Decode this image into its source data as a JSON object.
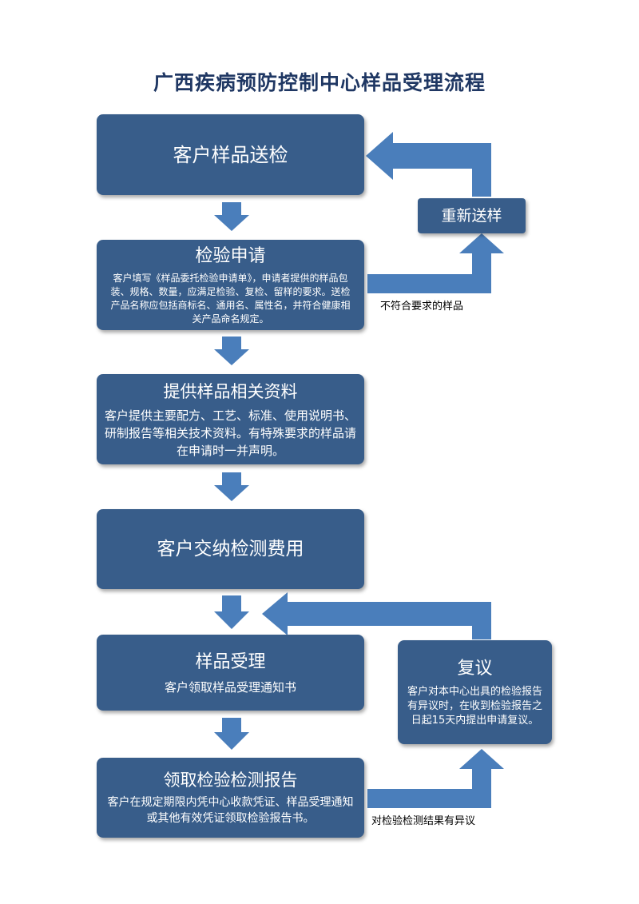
{
  "title": "广西疾病预防控制中心样品受理流程",
  "colors": {
    "box": "#385d8a",
    "arrow": "#4a7ebb",
    "title": "#1f3763"
  },
  "steps": [
    {
      "title": "客户样品送检",
      "body": ""
    },
    {
      "title": "检验申请",
      "body": "客户填写《样品委托检验申请单》，申请者提供的样品包装、规格、数量，应满足检验、复检、留样的要求。送检产品名称应包括商标名、通用名、属性名，并符合健康相关产品命名规定。"
    },
    {
      "title": "提供样品相关资料",
      "body": "客户提供主要配方、工艺、标准、使用说明书、研制报告等相关技术资料。有特殊要求的样品请在申请时一并声明。"
    },
    {
      "title": "客户交纳检测费用",
      "body": ""
    },
    {
      "title": "样品受理",
      "body": "客户领取样品受理通知书"
    },
    {
      "title": "领取检验检测报告",
      "body": "客户在规定期限内凭中心收款凭证、样品受理通知或其他有效凭证领取检验报告书。"
    }
  ],
  "side": {
    "resubmit": {
      "title": "重新送样"
    },
    "review": {
      "title": "复议",
      "body": "客户对本中心出具的检验报告有异议时，在收到检验报告之日起15天内提出申请复议。"
    }
  },
  "labels": {
    "nonconforming": "不符合要求的样品",
    "objection": "对检验检测结果有异议"
  }
}
